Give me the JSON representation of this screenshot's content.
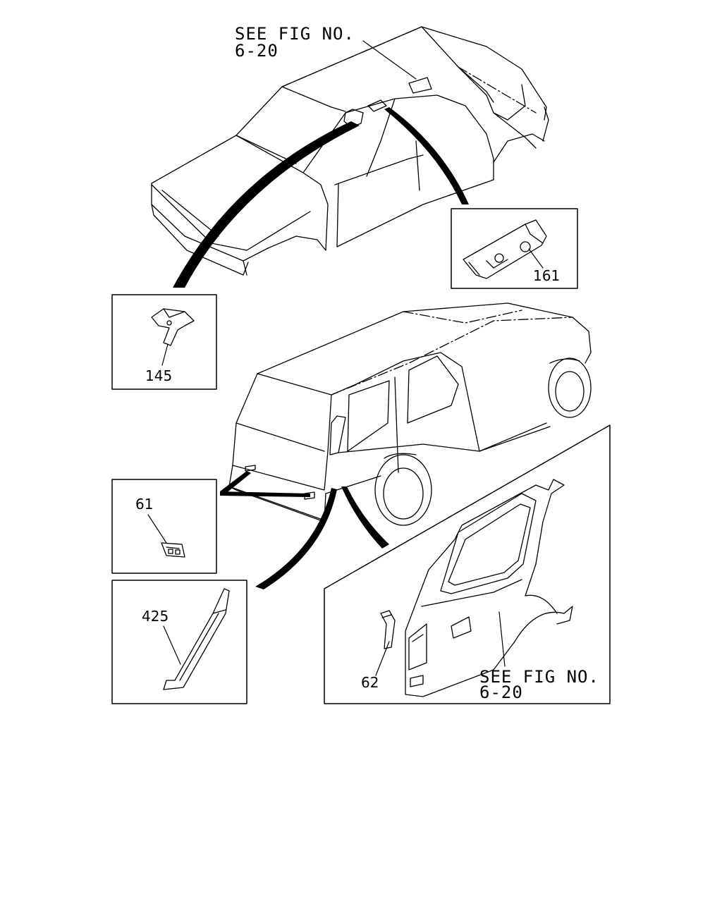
{
  "references": {
    "top": {
      "line1": "SEE FIG NO.",
      "line2": "6-20"
    },
    "bottom": {
      "line1": "SEE FIG NO.",
      "line2": "6-20"
    }
  },
  "parts": {
    "p161": "161",
    "p145": "145",
    "p61": "61",
    "p425": "425",
    "p62": "62"
  },
  "colors": {
    "line": "#000000",
    "background": "#ffffff"
  }
}
